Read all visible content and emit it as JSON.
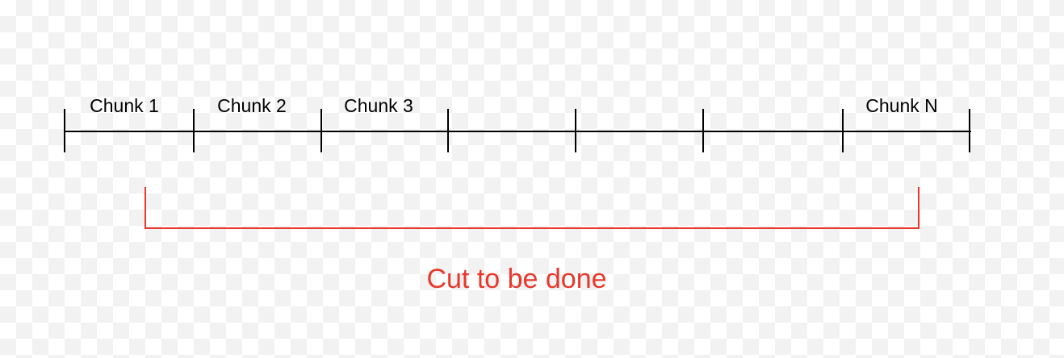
{
  "diagram": {
    "chunks": [
      {
        "label": "Chunk 1"
      },
      {
        "label": "Chunk 2"
      },
      {
        "label": "Chunk 3"
      },
      {
        "label": ""
      },
      {
        "label": ""
      },
      {
        "label": ""
      },
      {
        "label": "Chunk N"
      }
    ],
    "cut": {
      "label": "Cut to be done"
    },
    "colors": {
      "line": "#000000",
      "cut": "#e8382c"
    }
  }
}
